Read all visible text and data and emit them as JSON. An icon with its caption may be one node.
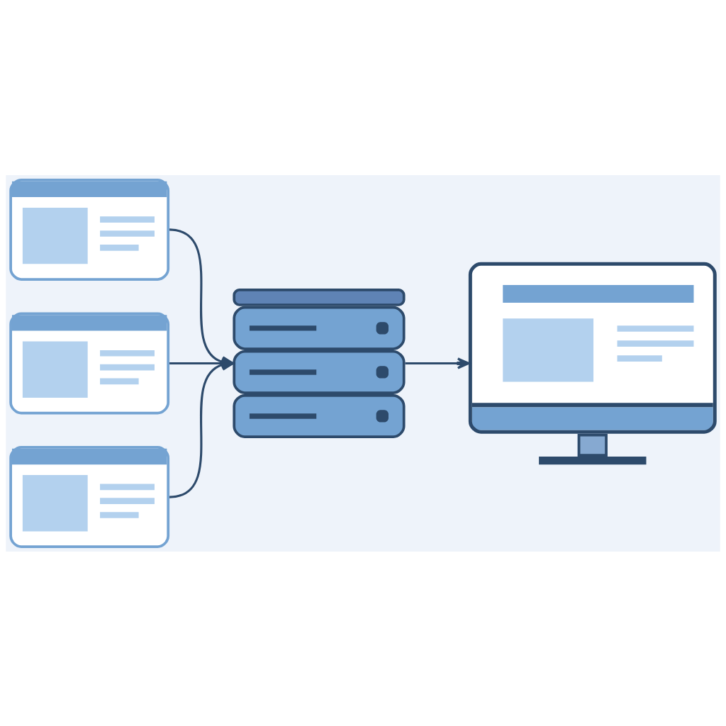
{
  "diagram": {
    "nodes": [
      {
        "text": [],
        "shape": "picture"
      },
      {
        "text": [],
        "shape": "picture"
      },
      {
        "text": [],
        "shape": "picture"
      },
      {
        "text": [],
        "shape": "picture"
      },
      {
        "text": [],
        "shape": "picture"
      }
    ],
    "edges": [
      {
        "from": 0,
        "to": 3,
        "arrow": "to"
      },
      {
        "from": 1,
        "to": 3,
        "arrow": "to"
      },
      {
        "from": 2,
        "to": 3,
        "arrow": "to"
      },
      {
        "from": 3,
        "to": 4,
        "arrow": "to"
      }
    ]
  }
}
